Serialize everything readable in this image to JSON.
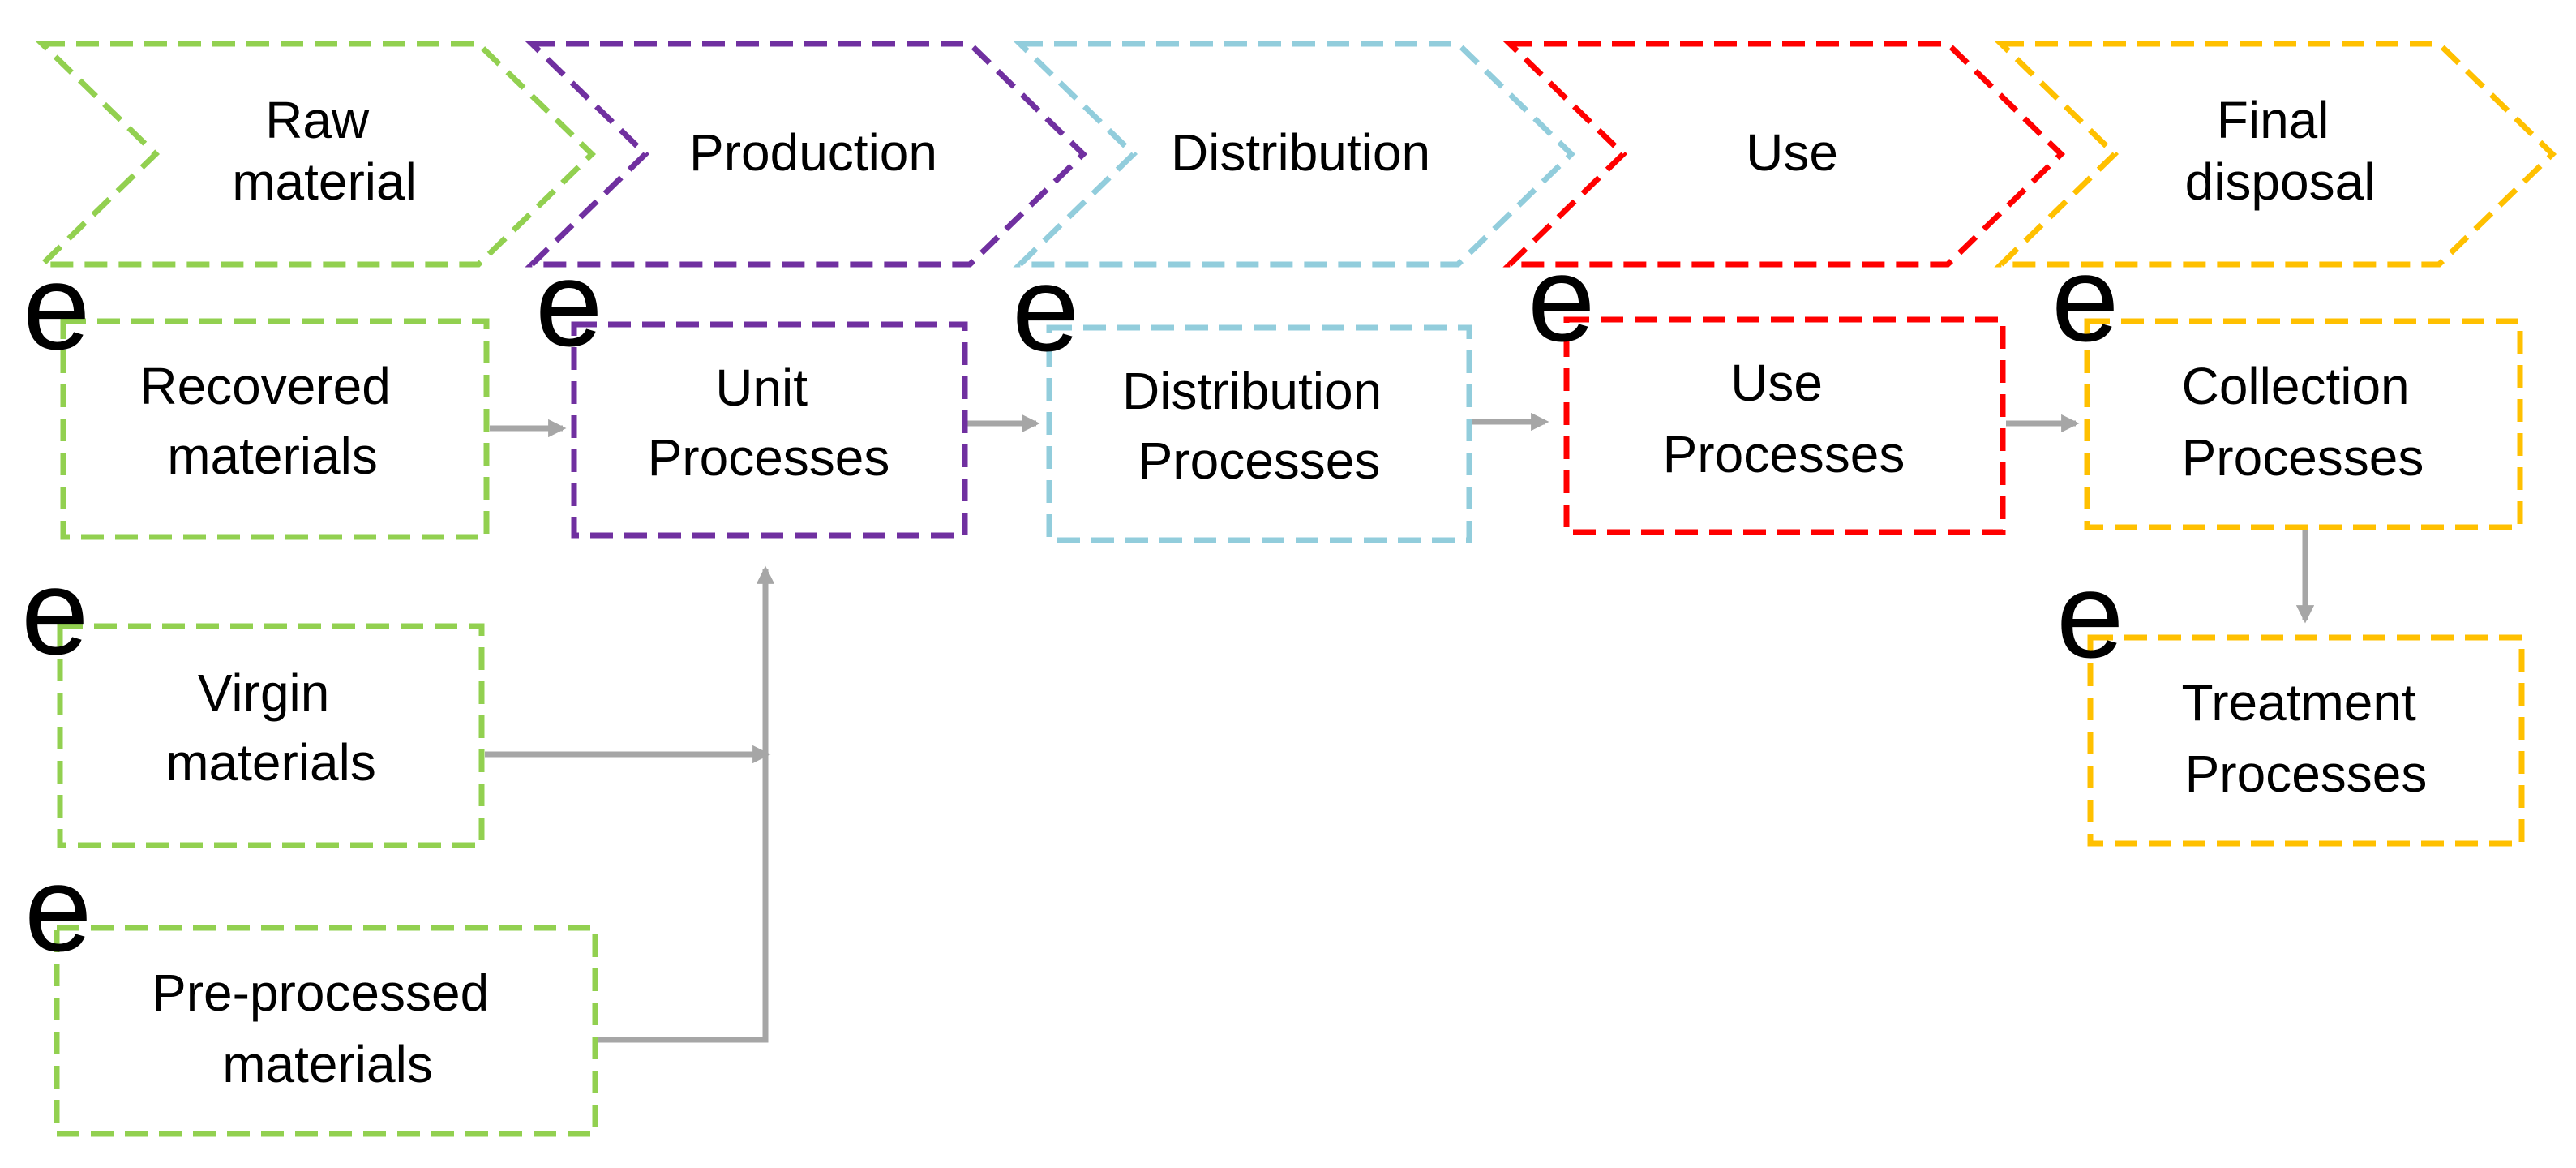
{
  "colors": {
    "raw": "#92D050",
    "production": "#7030A0",
    "distribution": "#92CDDC",
    "use": "#FF0000",
    "disposal": "#FFC000",
    "arrow": "#A6A6A6",
    "text": "#000000"
  },
  "stages": [
    {
      "id": "raw",
      "lines": [
        "Raw",
        "material"
      ]
    },
    {
      "id": "production",
      "lines": [
        "Production"
      ]
    },
    {
      "id": "distribution",
      "lines": [
        "Distribution"
      ]
    },
    {
      "id": "use",
      "lines": [
        "Use"
      ]
    },
    {
      "id": "disposal",
      "lines": [
        "Final",
        "disposal"
      ]
    }
  ],
  "processes": [
    {
      "id": "recovered",
      "lines": [
        "Recovered",
        "materials"
      ],
      "marker": "e"
    },
    {
      "id": "virgin",
      "lines": [
        "Virgin",
        "materials"
      ],
      "marker": "e"
    },
    {
      "id": "preprocessed",
      "lines": [
        "Pre-processed",
        "materials"
      ],
      "marker": "e"
    },
    {
      "id": "unit",
      "lines": [
        "Unit",
        "Processes"
      ],
      "marker": "e"
    },
    {
      "id": "distribution-proc",
      "lines": [
        "Distribution",
        "Processes"
      ],
      "marker": "e"
    },
    {
      "id": "use-proc",
      "lines": [
        "Use",
        "Processes"
      ],
      "marker": "e"
    },
    {
      "id": "collection",
      "lines": [
        "Collection",
        "Processes"
      ],
      "marker": "e"
    },
    {
      "id": "treatment",
      "lines": [
        "Treatment",
        "Processes"
      ],
      "marker": "e"
    }
  ]
}
